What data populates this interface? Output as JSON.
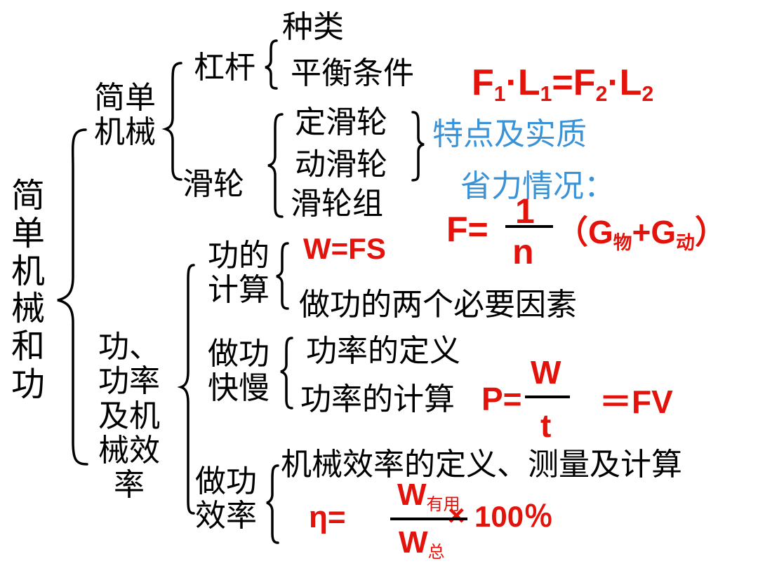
{
  "root": "简单机械和功",
  "simple_machines": {
    "label": "简单机械",
    "lever": {
      "label": "杠杆",
      "items": [
        "种类",
        "平衡条件"
      ]
    },
    "pulley": {
      "label": "滑轮",
      "items": [
        "定滑轮",
        "动滑轮",
        "滑轮组"
      ]
    },
    "features_note": "特点及实质",
    "effort_note": "省力情况：",
    "lever_formula": {
      "F1": "F",
      "s1": "1",
      "L1": "L",
      "eq": "=",
      "F2": "F",
      "s2": "2",
      "L2": "L",
      "dot": "·"
    },
    "pulley_formula": {
      "left": "F=",
      "num": "1",
      "den": "n",
      "open": "（",
      "G1": "G",
      "G1_sub": "物",
      "plus": "+",
      "G2": "G",
      "G2_sub": "动",
      "close": "）"
    }
  },
  "work_power": {
    "label": "功、功率及机械效率",
    "work_calc": {
      "label": "功的计算",
      "formula": "W=FS",
      "note": "做功的两个必要因素"
    },
    "speed": {
      "label": "做功快慢",
      "items": [
        "功率的定义",
        "功率的计算"
      ],
      "formula": {
        "left": "P=",
        "num": "W",
        "den": "t",
        "right": "＝FV"
      }
    },
    "efficiency": {
      "label": "做功效率",
      "note": "机械效率的定义、测量及计算",
      "formula": {
        "left": "η=",
        "num": "W",
        "num_sub": "有用",
        "den": "W",
        "den_sub": "总",
        "times": "×",
        "pct": "100％"
      }
    }
  }
}
